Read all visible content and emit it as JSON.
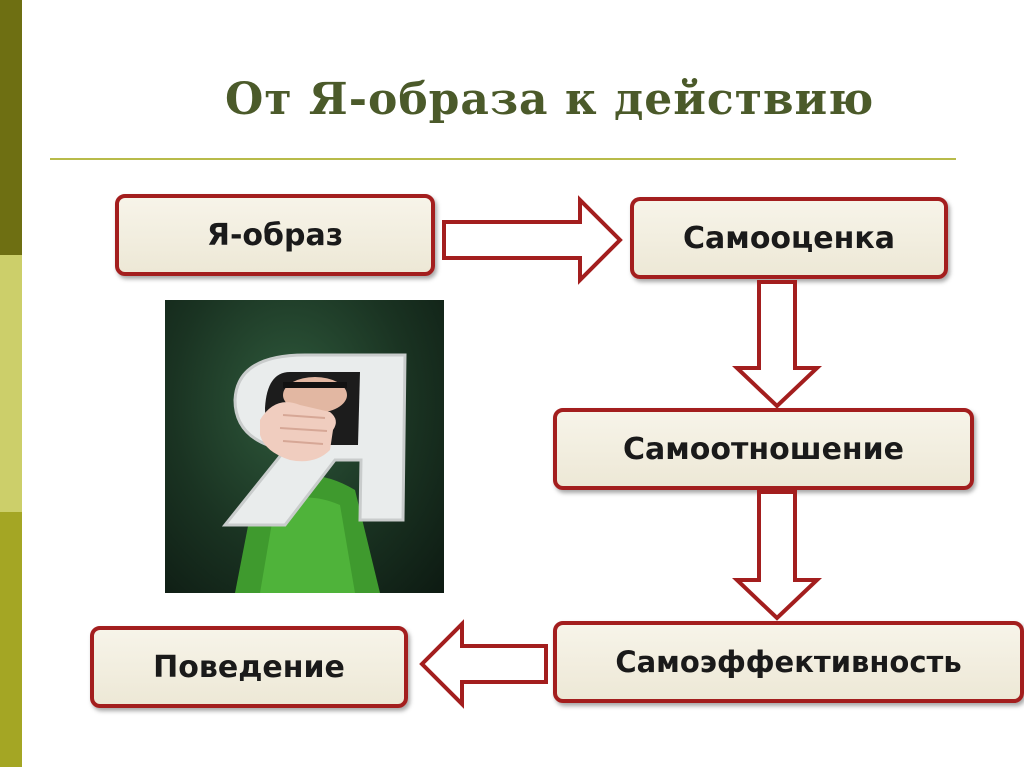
{
  "slide": {
    "title": "От Я-образа к действию"
  },
  "nodes": {
    "ya_obraz": "Я-образ",
    "self_esteem": "Самооценка",
    "self_attitude": "Самоотношение",
    "self_efficacy": "Самоэффективность",
    "behavior": "Поведение"
  },
  "colors": {
    "node_border": "#a31e1e",
    "node_fill": "#f3efe0",
    "title_color": "#4b5a2a",
    "accent_dark": "#6e6f12",
    "accent_light": "#cccf6a"
  },
  "image": {
    "icon": "photo-person-holding-letter-ya"
  }
}
